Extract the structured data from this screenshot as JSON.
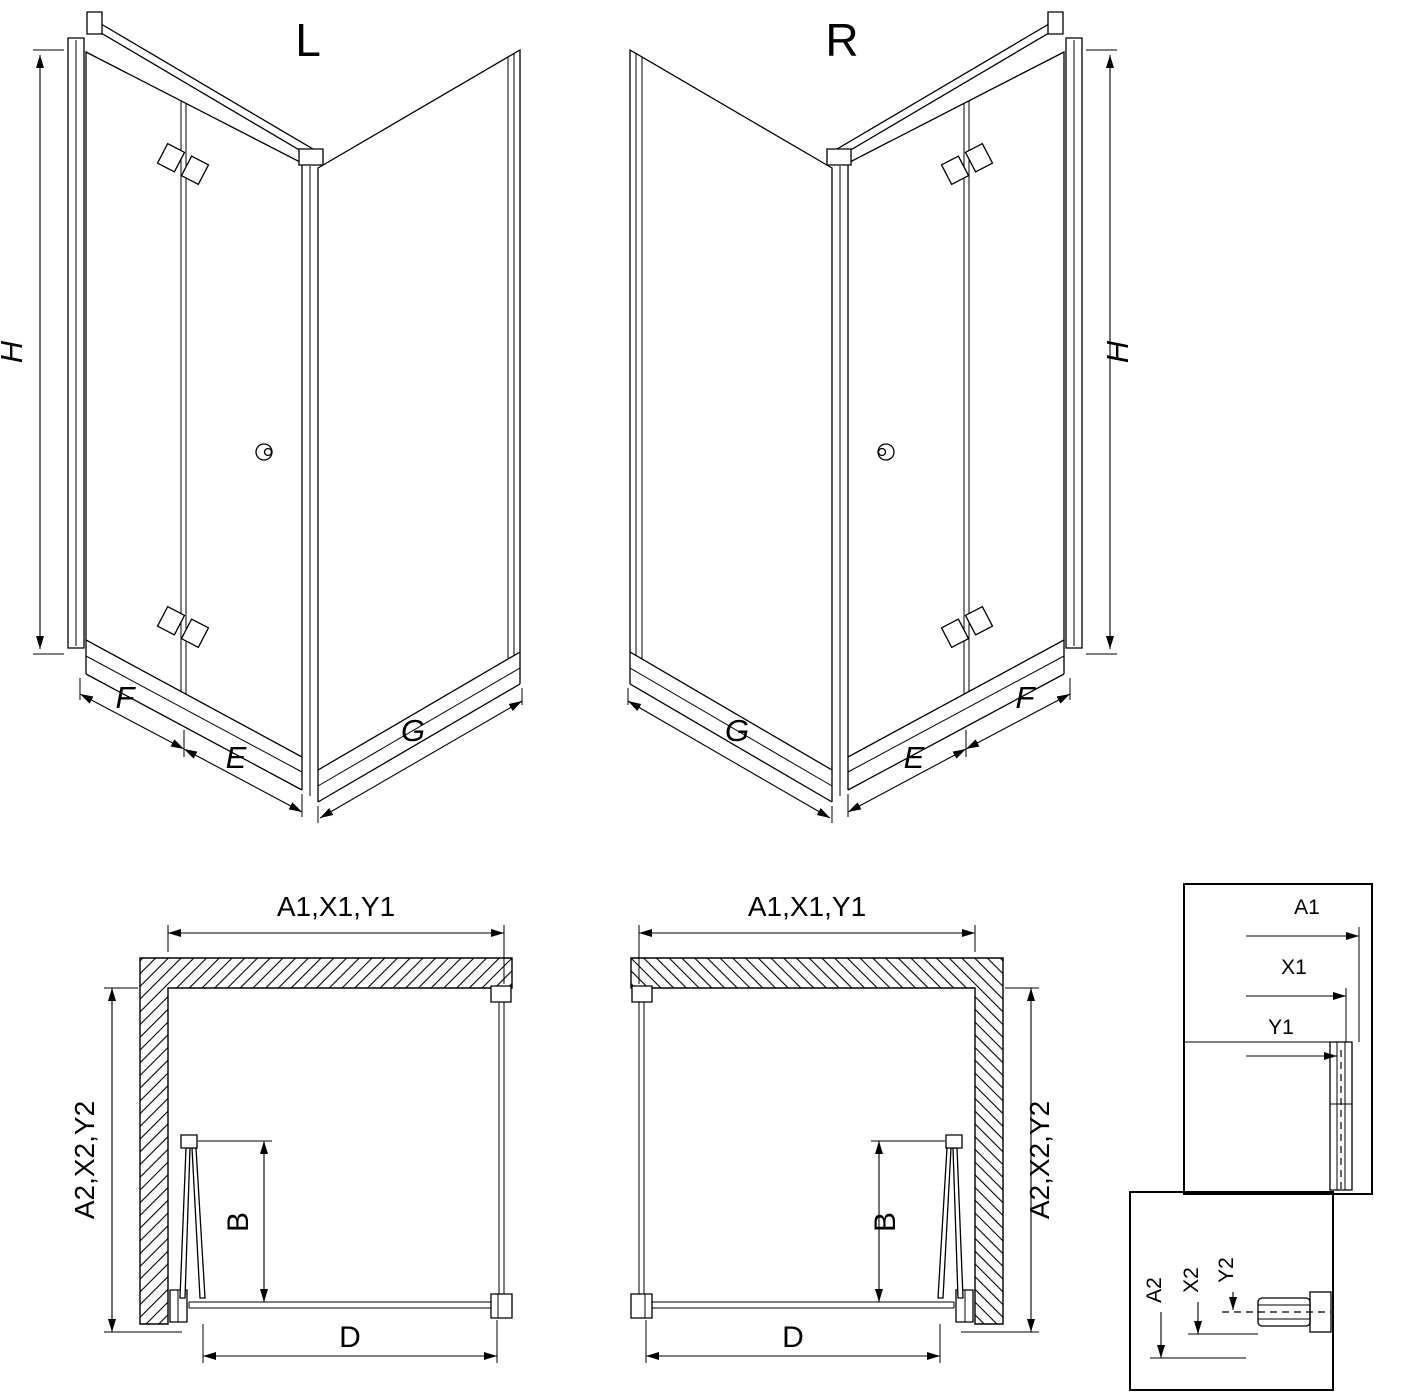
{
  "colors": {
    "line": "#000000",
    "background": "#ffffff"
  },
  "views": {
    "iso_left": {
      "title": "L",
      "dim_height": "H",
      "dim_fixed_panel": "F",
      "dim_door_panel": "E",
      "dim_side_panel": "G"
    },
    "iso_right": {
      "title": "R",
      "dim_height": "H",
      "dim_fixed_panel": "F",
      "dim_door_panel": "E",
      "dim_side_panel": "G"
    },
    "plan_left": {
      "dim_width_top": "A1,X1,Y1",
      "dim_depth_side": "A2,X2,Y2",
      "dim_door_swing": "B",
      "dim_entry_width": "D"
    },
    "plan_right": {
      "dim_width_top": "A1,X1,Y1",
      "dim_depth_side": "A2,X2,Y2",
      "dim_door_swing": "B",
      "dim_entry_width": "D"
    },
    "detail_width": {
      "dim_a1": "A1",
      "dim_x1": "X1",
      "dim_y1": "Y1"
    },
    "detail_depth": {
      "dim_a2": "A2",
      "dim_x2": "X2",
      "dim_y2": "Y2"
    }
  }
}
